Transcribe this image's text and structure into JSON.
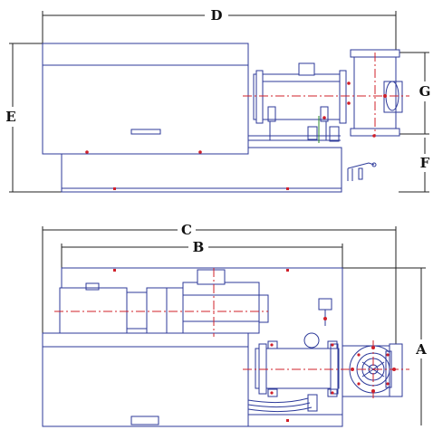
{
  "dimensions": {
    "A": "A",
    "B": "B",
    "C": "C",
    "D": "D",
    "E": "E",
    "F": "F",
    "G": "G"
  },
  "colors": {
    "outline": "#2d3a9a",
    "dimension": "#222222",
    "centerline": "#d0202a"
  }
}
